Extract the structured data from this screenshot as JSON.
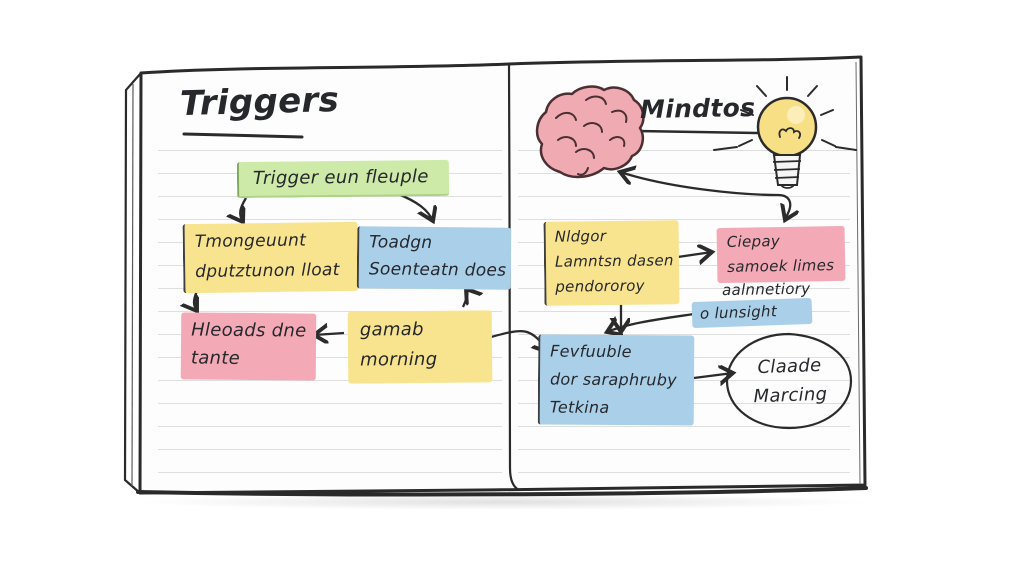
{
  "notebook": {
    "left_page": {
      "title": "Triggers",
      "green_note": {
        "text": "Trigger eun fleuple"
      },
      "yellow_note_top": {
        "line1": "Tmongeuunt",
        "line2": "dputztunon lloat"
      },
      "blue_note": {
        "line1": "Toadgn",
        "line2": "Soenteatn does"
      },
      "pink_note": {
        "line1": "Hleoads dne",
        "line2": "tante"
      },
      "yellow_note_bottom": {
        "line1": "gamab",
        "line2": "morning"
      }
    },
    "right_page": {
      "title": "Mindtos",
      "yellow_note": {
        "line1": "Nldgor",
        "line2": "Lamntsn dasen",
        "line3": "pendororoy"
      },
      "pink_note": {
        "line1": "Ciepay",
        "line2": "samoek limes",
        "line3": "aalnnetiory"
      },
      "insight_label": {
        "text": "o lunsight"
      },
      "blue_note": {
        "line1": "Fevfuuble",
        "line2": "dor saraphruby",
        "line3": "Tetkina"
      },
      "oval_note": {
        "line1": "Claade",
        "line2": "Marcing"
      }
    },
    "icons": {
      "brain": "brain-icon",
      "lightbulb": "lightbulb-icon"
    },
    "colors": {
      "green_highlight": "#cdeaa9",
      "yellow_highlight": "#f8e48e",
      "blue_highlight": "#aacfe9",
      "pink_highlight": "#f3aab6",
      "ink": "#2b2b2b",
      "ruled_line": "#d9d9d9",
      "bulb_yellow": "#f7df86",
      "brain_pink": "#f0aab2"
    }
  }
}
